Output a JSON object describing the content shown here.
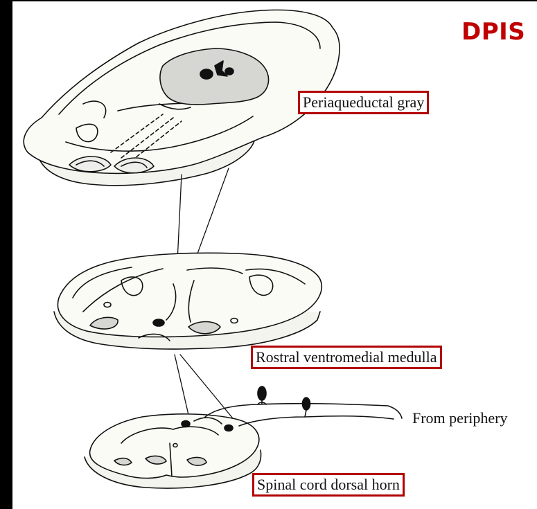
{
  "title": "DPIS",
  "labels": {
    "periaqueductal_gray": "Periaqueductal gray",
    "rostral_ventromedial_medulla": "Rostral ventromedial medulla",
    "spinal_cord_dorsal_horn": "Spinal cord dorsal horn",
    "from_periphery": "From periphery"
  },
  "colors": {
    "title": "#c00000",
    "label_border": "#b30000",
    "tissue_fill": "#fbfbf6",
    "gray_matter": "#d6d6d2",
    "outline": "#111111",
    "background": "#000000"
  }
}
